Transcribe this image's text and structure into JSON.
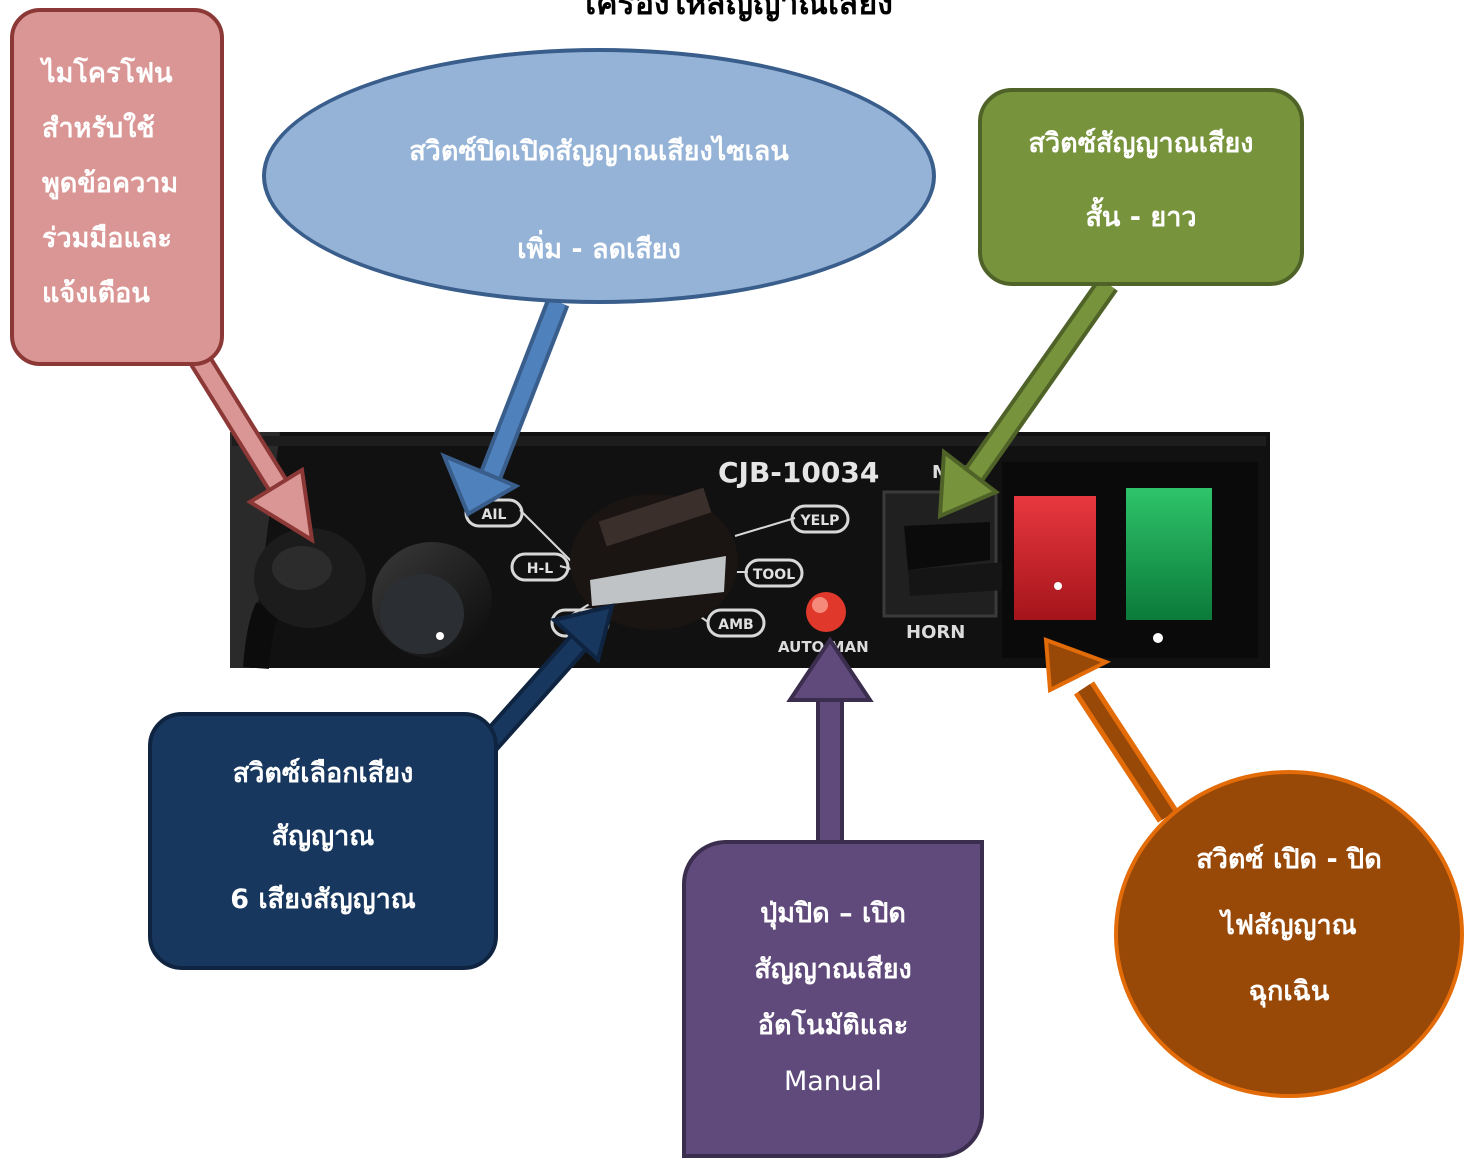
{
  "title": "เครื่องให้สัญญาณเสียง",
  "panel": {
    "model": "CJB-10034",
    "man_label": "MAN",
    "horn_label": "HORN",
    "auto_man_label": "AUTO MAN",
    "tone_labels": [
      "AIL",
      "H-L",
      "SIR",
      "YELP",
      "TOOL",
      "AMB"
    ]
  },
  "callouts": {
    "microphone": [
      "ไมโครโฟน",
      "สำหรับใช้",
      "พูดข้อความ",
      "ร่วมมือและ",
      "แจ้งเตือน"
    ],
    "volume": [
      "สวิตซ์ปิดเปิดสัญญาณเสียงไซเลน",
      "เพิ่ม - ลดเสียง"
    ],
    "horn": [
      "สวิตซ์สัญญาณเสียง",
      "สั้น - ยาว"
    ],
    "tone_select": [
      "สวิตซ์เลือกเสียง",
      "สัญญาณ",
      "6 เสียงสัญญาณ"
    ],
    "auto_manual": [
      "ปุ่มปิด – เปิด",
      "สัญญาณเสียง",
      "อัตโนมัติและ",
      "Manual"
    ],
    "emergency_light": [
      "สวิตซ์ เปิด - ปิด",
      "ไฟสัญญาณ",
      "ฉุกเฉิน"
    ]
  },
  "colors": {
    "microphone": "#da9694",
    "volume": "#95b3d7",
    "horn": "#77933c",
    "tone_select": "#17375e",
    "auto_manual": "#604a7b",
    "emergency_light": "#984807"
  }
}
